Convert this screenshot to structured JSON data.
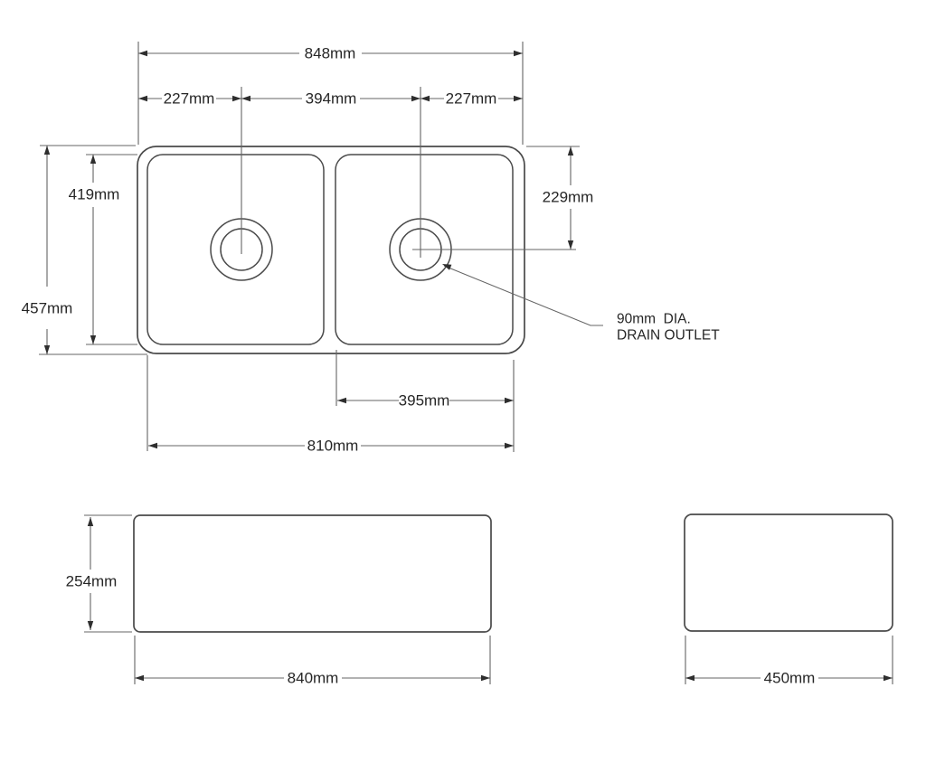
{
  "colors": {
    "background": "#ffffff",
    "outline": "#4a4a4a",
    "dimension_line": "#646464",
    "text": "#262626"
  },
  "top_view": {
    "overall_width": "848mm",
    "left_edge_to_left_drain": "227mm",
    "drain_to_drain": "394mm",
    "right_drain_to_right_edge": "227mm",
    "bowl_inner_depth": "419mm",
    "overall_depth": "457mm",
    "top_edge_to_drain_center": "229mm",
    "right_bowl_inner_width": "395mm",
    "inner_width": "810mm",
    "drain_note_line1": "90mm  DIA.",
    "drain_note_line2": "DRAIN OUTLET"
  },
  "front_view": {
    "height": "254mm",
    "width": "840mm"
  },
  "side_view": {
    "depth": "450mm"
  }
}
